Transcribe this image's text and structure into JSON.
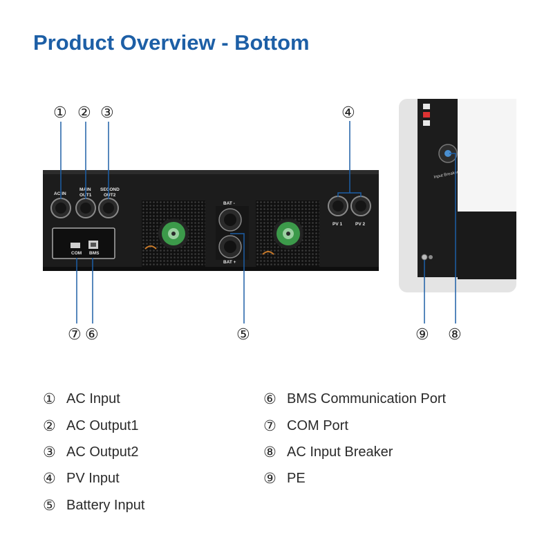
{
  "title": "Product Overview - Bottom",
  "callouts": {
    "c1": "①",
    "c2": "②",
    "c3": "③",
    "c4": "④",
    "c5": "⑤",
    "c6": "⑥",
    "c7": "⑦",
    "c8": "⑧",
    "c9": "⑨"
  },
  "panel_labels": {
    "ac_in": "AC IN",
    "main_out_1": "MAIN",
    "main_out_2": "OUT1",
    "second_out_1": "SECOND",
    "second_out_2": "OUT2",
    "bat_minus": "BAT -",
    "bat_plus": "BAT +",
    "pv1": "PV 1",
    "pv2": "PV 2",
    "com": "COM",
    "bms": "BMS",
    "input_breaker": "Input Breaker"
  },
  "legend": {
    "left": [
      {
        "num": "①",
        "label": "AC Input"
      },
      {
        "num": "②",
        "label": "AC Output1"
      },
      {
        "num": "③",
        "label": "AC Output2"
      },
      {
        "num": "④",
        "label": "PV Input"
      },
      {
        "num": "⑤",
        "label": "Battery Input"
      }
    ],
    "right": [
      {
        "num": "⑥",
        "label": "BMS Communication Port"
      },
      {
        "num": "⑦",
        "label": "COM Port"
      },
      {
        "num": "⑧",
        "label": "AC Input Breaker"
      },
      {
        "num": "⑨",
        "label": "PE"
      }
    ]
  },
  "colors": {
    "title": "#1d5fa6",
    "leader_line": "#1d5fa6",
    "chassis": "#1a1a1a",
    "fan_green": "#3c9a4a"
  }
}
